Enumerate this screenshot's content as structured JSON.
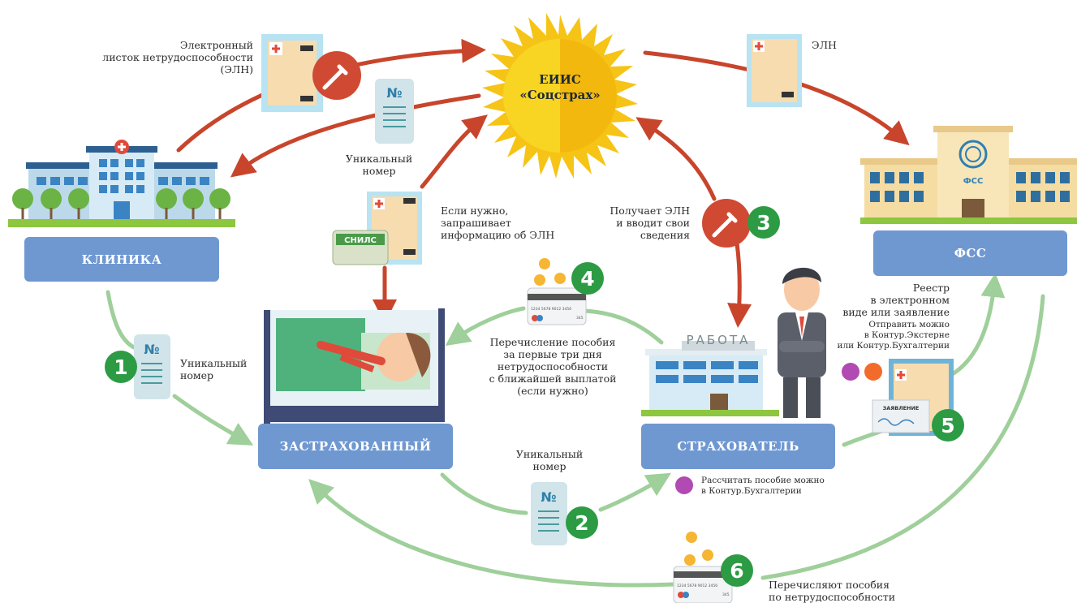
{
  "sun": {
    "line1": "ЕИИС",
    "line2": "«Соцстрах»"
  },
  "boxes": {
    "clinic": "КЛИНИКА",
    "insured": "ЗАСТРАХОВАННЫЙ",
    "employer": "СТРАХОВАТЕЛЬ",
    "fss": "ФСС"
  },
  "labels": {
    "eln_full_1": "Электронный",
    "eln_full_2": "листок нетрудоспособности",
    "eln_full_3": "(ЭЛН)",
    "eln_short": "ЭЛН",
    "unique_1": "Уникальный",
    "unique_2": "номер",
    "ask_1": "Если нужно,",
    "ask_2": "запрашивает",
    "ask_3": "информацию об ЭЛН",
    "receive_1": "Получает ЭЛН",
    "receive_2": "и вводит свои",
    "receive_3": "сведения",
    "pay_1": "Перечисление пособия",
    "pay_2": "за первые три дня",
    "pay_3": "нетрудоспособности",
    "pay_4": "с ближайшей выплатой",
    "pay_5": "(если нужно)",
    "reg_1": "Реестр",
    "reg_2": "в электронном",
    "reg_3": "виде или заявление",
    "send_1": "Отправить можно",
    "send_2": "в Контур.Экстерне",
    "send_3": "или Контур.Бухгалтерии",
    "calc_1": "Рассчитать пособие можно",
    "calc_2": "в Контур.Бухгалтерии",
    "transfer_1": "Перечисляют пособия",
    "transfer_2": "по нетрудоспособности"
  },
  "badges": {
    "b1": "1",
    "b2": "2",
    "b3": "3",
    "b4": "4",
    "b5": "5",
    "b6": "6"
  },
  "art": {
    "num_sign": "№",
    "snils": "СНИЛС",
    "work": "РАБОТА",
    "fss_sign": "ФСС",
    "statement": "ЗАЯВЛЕНИЕ",
    "card_number": "1234 5678 9012 3456",
    "card_cvc": "345"
  },
  "colors": {
    "box": "#6f98d1",
    "badge": "#2c9b44",
    "red_arrow": "#c8452c",
    "green_arrow": "#9fcf9a",
    "sun": "#f6c417"
  }
}
